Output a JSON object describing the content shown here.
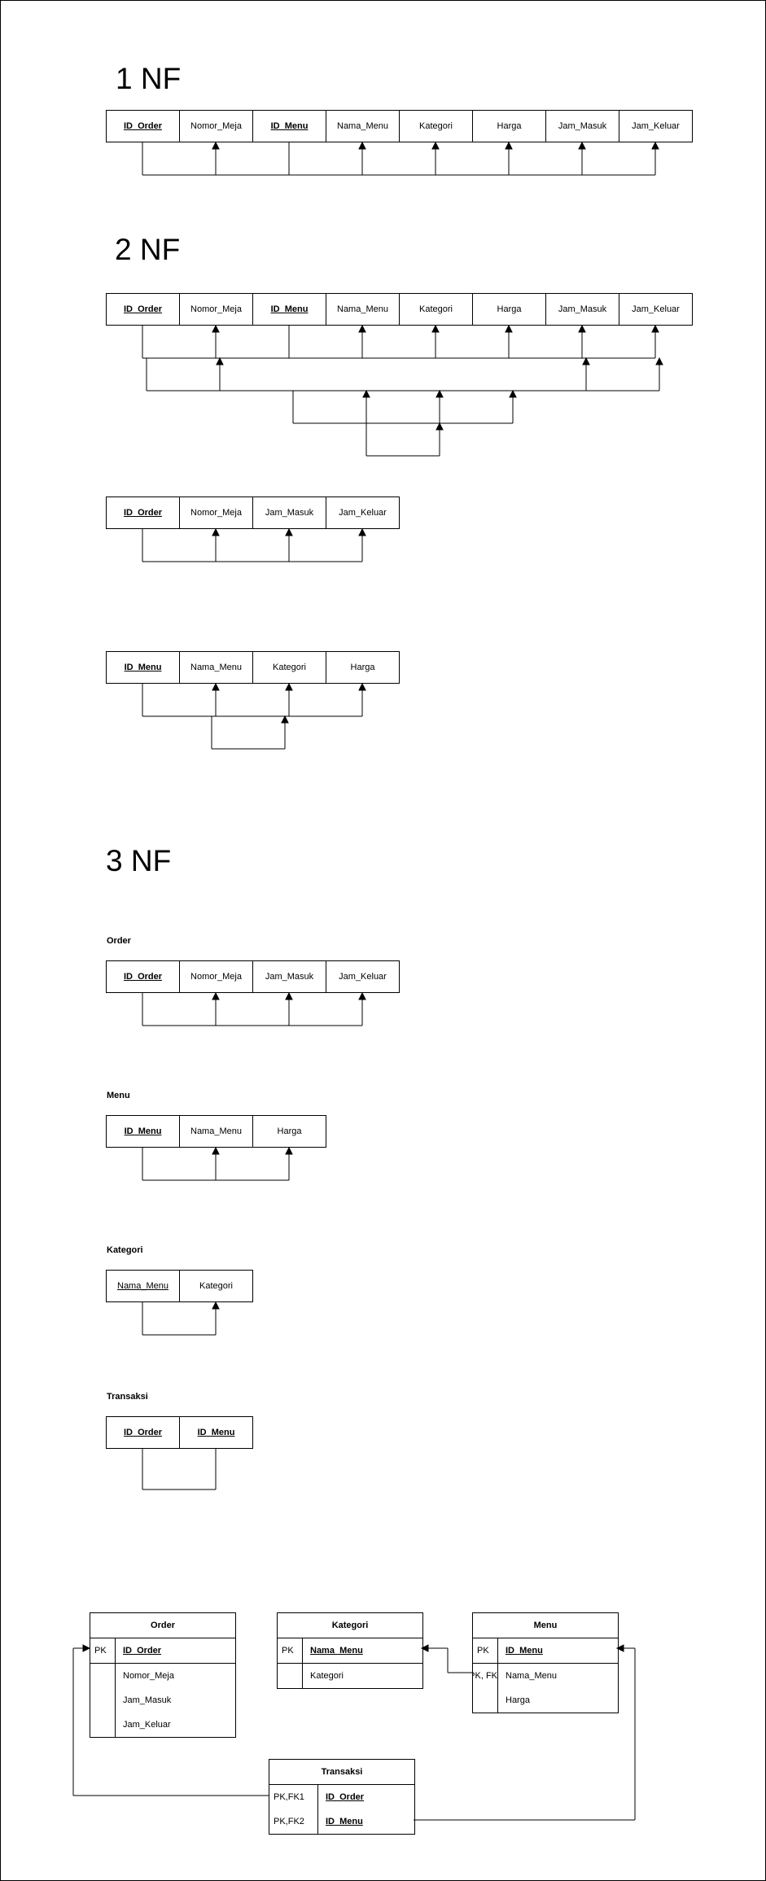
{
  "headings": {
    "nf1": "1 NF",
    "nf2": "2 NF",
    "nf3": "3 NF"
  },
  "nf1_table": [
    "ID_Order",
    "Nomor_Meja",
    "ID_Menu",
    "Nama_Menu",
    "Kategori",
    "Harga",
    "Jam_Masuk",
    "Jam_Keluar"
  ],
  "nf2_full": [
    "ID_Order",
    "Nomor_Meja",
    "ID_Menu",
    "Nama_Menu",
    "Kategori",
    "Harga",
    "Jam_Masuk",
    "Jam_Keluar"
  ],
  "nf2_order": [
    "ID_Order",
    "Nomor_Meja",
    "Jam_Masuk",
    "Jam_Keluar"
  ],
  "nf2_menu": [
    "ID_Menu",
    "Nama_Menu",
    "Kategori",
    "Harga"
  ],
  "nf3": {
    "order_label": "Order",
    "order": [
      "ID_Order",
      "Nomor_Meja",
      "Jam_Masuk",
      "Jam_Keluar"
    ],
    "menu_label": "Menu",
    "menu": [
      "ID_Menu",
      "Nama_Menu",
      "Harga"
    ],
    "kategori_label": "Kategori",
    "kategori": [
      "Nama_Menu",
      "Kategori"
    ],
    "transaksi_label": "Transaksi",
    "transaksi": [
      "ID_Order",
      "ID_Menu"
    ]
  },
  "erd": {
    "order": {
      "title": "Order",
      "pk_key": "PK",
      "pk_field": "ID_Order",
      "fields": [
        "Nomor_Meja",
        "Jam_Masuk",
        "Jam_Keluar"
      ]
    },
    "kategori": {
      "title": "Kategori",
      "pk_key": "PK",
      "pk_field": "Nama_Menu",
      "fields": [
        "Kategori"
      ]
    },
    "menu": {
      "title": "Menu",
      "pk_key": "PK",
      "pk_field": "ID_Menu",
      "fk_key": "PK, FK",
      "fields": [
        "Nama_Menu",
        "Harga"
      ]
    },
    "transaksi": {
      "title": "Transaksi",
      "k1": "PK,FK1",
      "f1": "ID_Order",
      "k2": "PK,FK2",
      "f2": "ID_Menu"
    }
  }
}
